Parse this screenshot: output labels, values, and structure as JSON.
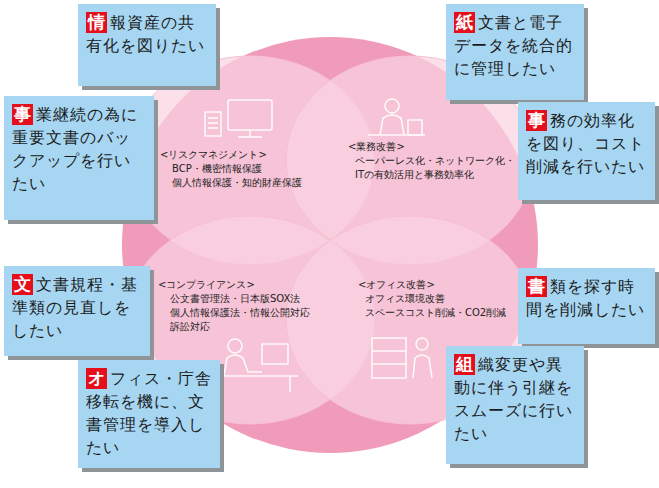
{
  "diagram": {
    "nodes": [
      {
        "text": [
          "情",
          "報資産の共有化を図りたい"
        ]
      },
      {
        "text": [
          "紙",
          "文書と電子データを統合的に管理したい"
        ]
      },
      {
        "text": [
          "事",
          "業継続の為に重要文書のバックアップを行いたい"
        ]
      },
      {
        "text": [
          "事",
          "務の効率化を図り、コスト削減を行いたい"
        ]
      },
      {
        "text": [
          "<リスクマネジメント>",
          "BCP・機密情報保護 個人情報保護・知的財産保護"
        ]
      },
      {
        "text": [
          "<業務改善>",
          "ペーパーレス化・ネットワーク化・ ITの有効活用と事務効率化"
        ]
      },
      {
        "text": [
          "文",
          "文書規程・基準類の見直しをしたい"
        ]
      },
      {
        "text": [
          "書",
          "類を探す時間を削減したい"
        ]
      },
      {
        "text": [
          "<コンプライアンス>",
          "公文書管理法・日本版SOX法 個人情報保護法・情報公開対応 訴訟対応"
        ]
      },
      {
        "text": [
          "<オフィス改善>",
          "オフィス環境改善 スペースコスト削減・CO2削減"
        ]
      },
      {
        "text": [
          "オ",
          "フィス・庁舎移転を機に、文書管理を導入したい"
        ]
      },
      {
        "text": [
          "組",
          "織変更や異動に伴う引継をスムーズに行いたい"
        ]
      }
    ]
  }
}
